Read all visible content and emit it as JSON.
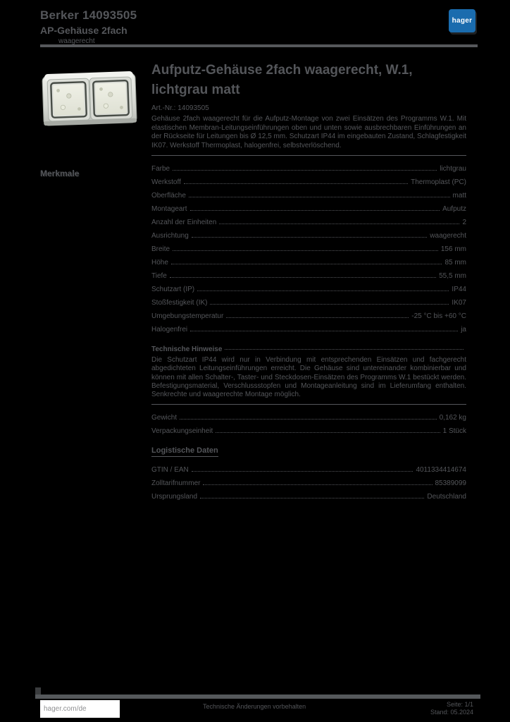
{
  "header": {
    "title_line1": "Berker 14093505",
    "title_line2": "AP-Gehäuse 2fach",
    "title_line3": "waagerecht",
    "logo_text": "hager"
  },
  "product": {
    "title": "Aufputz-Gehäuse 2fach waagerecht, W.1, lichtgrau matt",
    "article_no": "Art.-Nr.: 14093505",
    "description": "Gehäuse 2fach waagerecht für die Aufputz-Montage von zwei Einsätzen des Programms W.1. Mit elastischen Membran-Leitungseinführungen oben und unten sowie ausbrechbaren Einführungen an der Rückseite für Leitungen bis Ø 12,5 mm. Schutzart IP44 im eingebauten Zustand, Schlagfestigkeit IK07. Werkstoff Thermoplast, halogenfrei, selbstverlöschend."
  },
  "sidebar_label": "Merkmale",
  "specs": {
    "rows": [
      {
        "label": "Farbe",
        "value": "lichtgrau"
      },
      {
        "label": "Werkstoff",
        "value": "Thermoplast (PC)"
      },
      {
        "label": "Oberfläche",
        "value": "matt"
      },
      {
        "label": "Montageart",
        "value": "Aufputz"
      },
      {
        "label": "Anzahl der Einheiten",
        "value": "2"
      },
      {
        "label": "Ausrichtung",
        "value": "waagerecht"
      },
      {
        "label": "Breite",
        "value": "156 mm"
      },
      {
        "label": "Höhe",
        "value": "85 mm"
      },
      {
        "label": "Tiefe",
        "value": "55,5 mm"
      },
      {
        "label": "Schutzart (IP)",
        "value": "IP44"
      },
      {
        "label": "Stoßfestigkeit (IK)",
        "value": "IK07"
      },
      {
        "label": "Umgebungstemperatur",
        "value": "-25 °C bis +60 °C"
      },
      {
        "label": "Halogenfrei",
        "value": "ja"
      }
    ]
  },
  "notes": {
    "heading": "Technische Hinweise",
    "text": "Die Schutzart IP44 wird nur in Verbindung mit entsprechenden Einsätzen und fachgerecht abgedichteten Leitungseinführungen erreicht. Die Gehäuse sind untereinander kombinierbar und können mit allen Schalter-, Taster- und Steckdosen-Einsätzen des Programms W.1 bestückt werden. Befestigungsmaterial, Verschlussstopfen und Montageanleitung sind im Lieferumfang enthalten. Senkrechte und waagerechte Montage möglich."
  },
  "extra": {
    "rows": [
      {
        "label": "Gewicht",
        "value": "0,162 kg"
      },
      {
        "label": "Verpackungseinheit",
        "value": "1 Stück"
      }
    ]
  },
  "logistics": {
    "heading": "Logistische Daten",
    "rows": [
      {
        "label": "GTIN / EAN",
        "value": "4011334414674"
      },
      {
        "label": "Zolltarifnummer",
        "value": "85389099"
      },
      {
        "label": "Ursprungsland",
        "value": "Deutschland"
      }
    ]
  },
  "footer": {
    "website": "hager.com/de",
    "note": "Technische Änderungen vorbehalten",
    "page": "Seite: 1/1",
    "date": "Stand: 05.2024"
  }
}
